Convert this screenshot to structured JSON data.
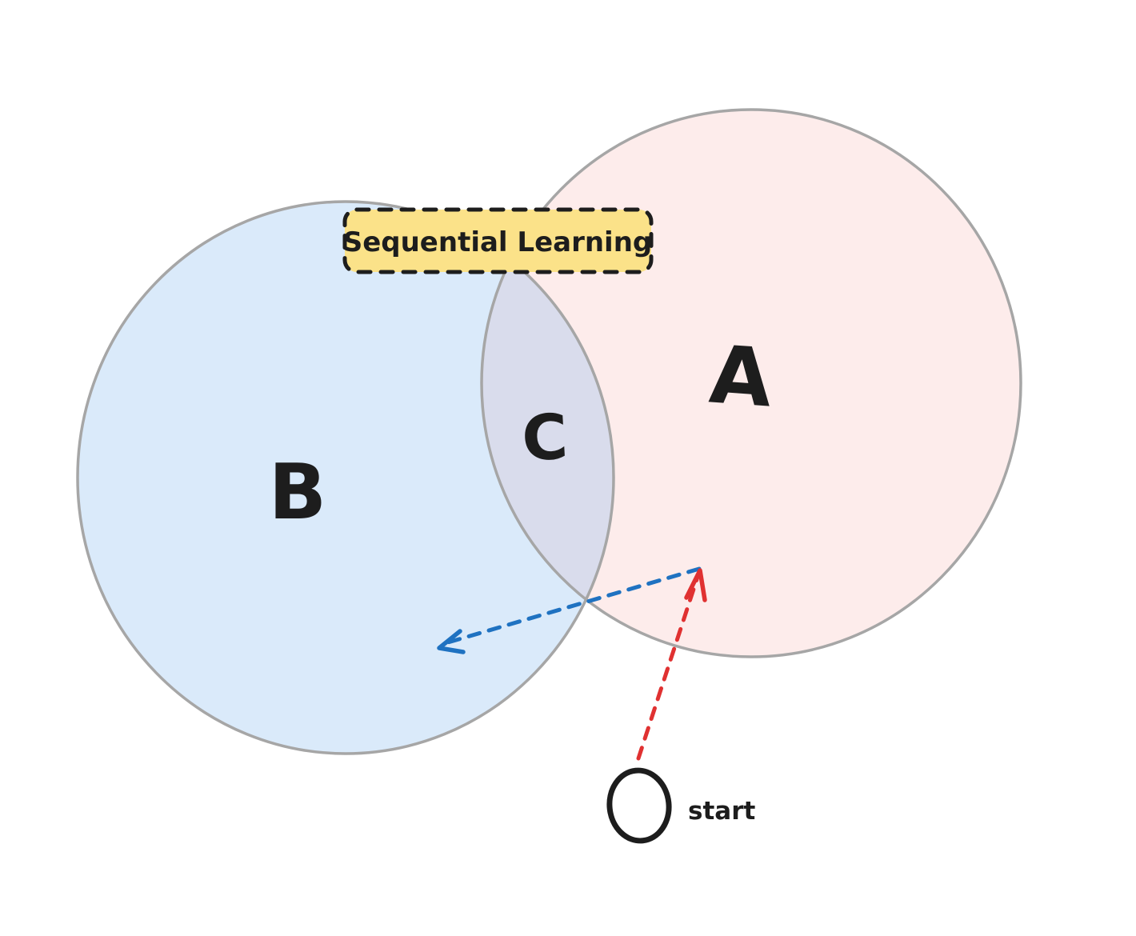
{
  "colors": {
    "background": "#ffffff",
    "circle_a_fill": "#fdeceb",
    "circle_b_fill": "#daeafa",
    "overlap_fill": "#d9dcec",
    "circle_stroke": "#a6a6a6",
    "label_box_fill": "#fbe289",
    "ink": "#1d1d1d",
    "red_arrow": "#e03131",
    "blue_arrow": "#1f72c1"
  },
  "labels": {
    "title": "Sequential Learning",
    "circle_a": "A",
    "circle_b": "B",
    "overlap": "C",
    "start": "start"
  }
}
